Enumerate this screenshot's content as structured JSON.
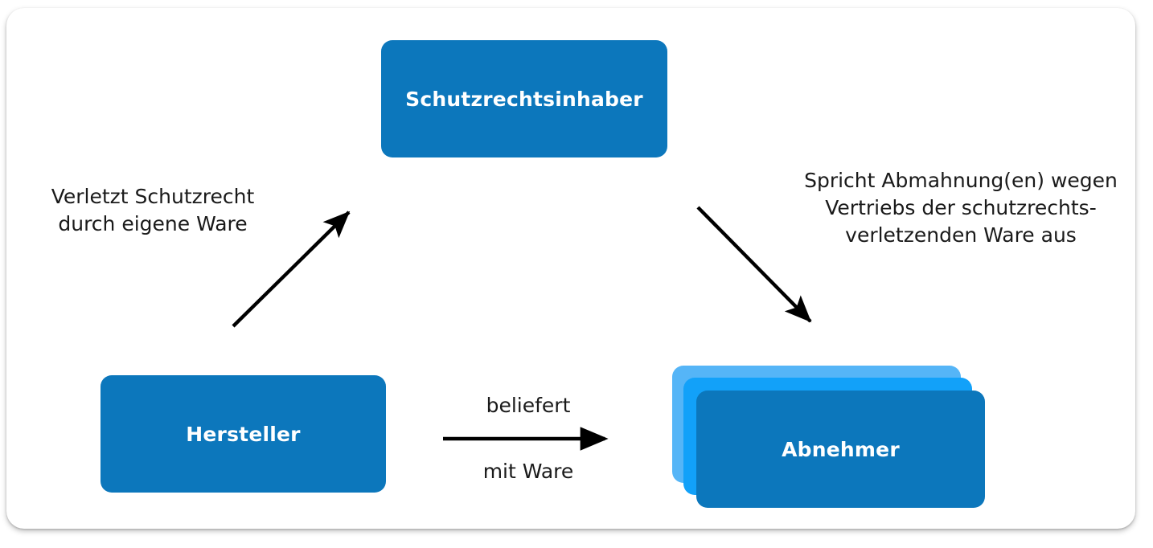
{
  "diagram": {
    "title": "Schutzrechtsverletzung - Abmahnkette",
    "background_color": "#FFFFFF",
    "panel_color": "#FFFFFF",
    "text_color": "#1A1A1A",
    "accent_color": "#0C77BC",
    "stack_colors": [
      "#55B5F7",
      "#12A1F9",
      "#0C77BC"
    ],
    "arrow_color": "#000000"
  },
  "nodes": {
    "schutzrechtsinhaber": {
      "label": "Schutzrechtsinhaber",
      "color": "#0C77BC"
    },
    "hersteller": {
      "label": "Hersteller",
      "color": "#0C77BC"
    },
    "abnehmer": {
      "label": "Abnehmer",
      "color": "#0C77BC",
      "stacked": true,
      "stack_count": 3
    }
  },
  "annotations": {
    "left": "Verletzt Schutzrecht\ndurch eigene Ware",
    "right": "Spricht Abmahnung(en) wegen\nVertriebs der schutzrechts-\nverletzenden Ware aus"
  },
  "edge_labels": {
    "beliefert": "beliefert",
    "mit_ware": "mit Ware"
  },
  "arrows": [
    {
      "name": "hersteller-to-schutzrechtsinhaber",
      "from": "Hersteller",
      "to": "Schutzrechtsinhaber",
      "label": "Verletzt Schutzrecht durch eigene Ware",
      "direction": "up-right"
    },
    {
      "name": "schutzrechtsinhaber-to-abnehmer",
      "from": "Schutzrechtsinhaber",
      "to": "Abnehmer",
      "label": "Spricht Abmahnung(en) wegen Vertriebs der schutzrechtsverletzenden Ware aus",
      "direction": "down-right"
    },
    {
      "name": "hersteller-to-abnehmer",
      "from": "Hersteller",
      "to": "Abnehmer",
      "label": "beliefert mit Ware",
      "direction": "right"
    }
  ]
}
